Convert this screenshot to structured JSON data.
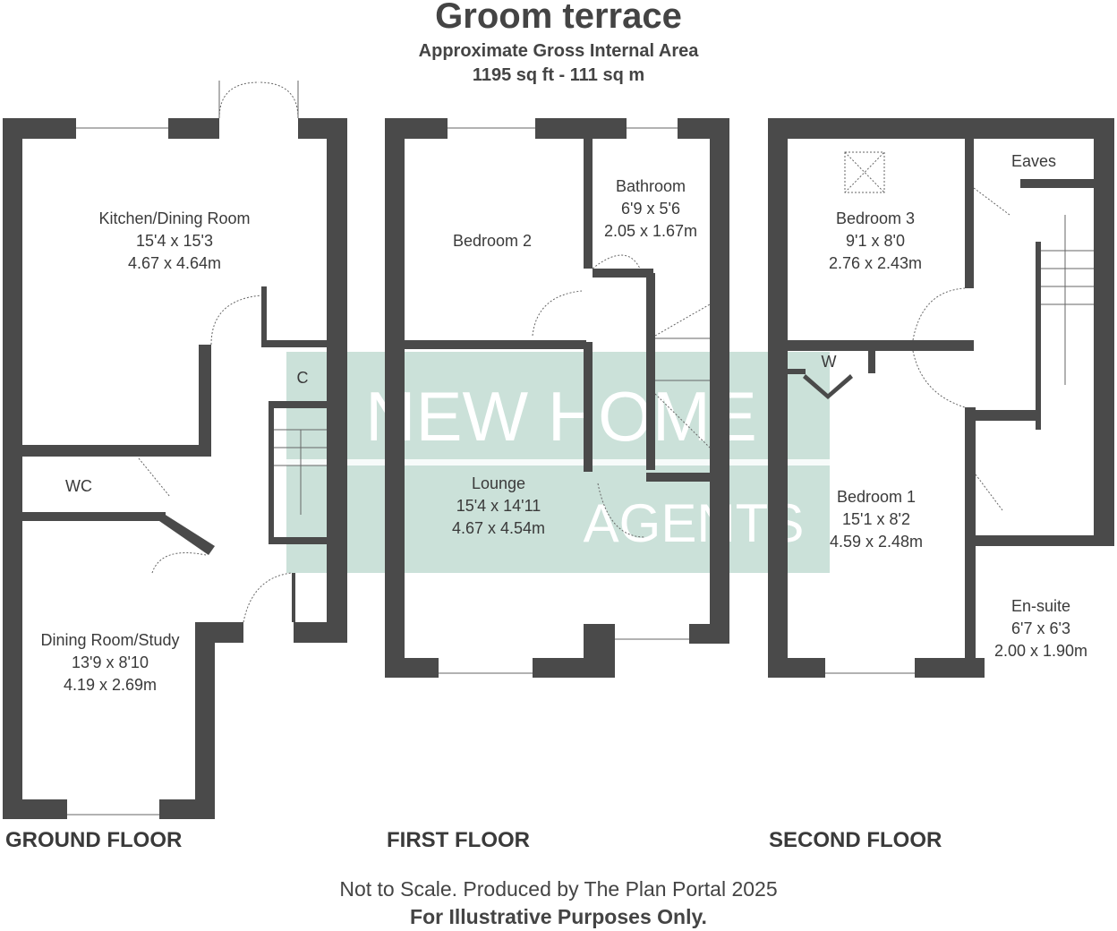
{
  "header": {
    "title": "Groom terrace",
    "subtitle": "Approximate Gross Internal Area",
    "area": "1195 sq ft - 111 sq m"
  },
  "floors": {
    "ground": {
      "label": "GROUND FLOOR",
      "rooms": [
        {
          "name": "Kitchen/Dining Room",
          "imperial": "15'4 x 15'3",
          "metric": "4.67 x 4.64m"
        },
        {
          "name": "WC"
        },
        {
          "name": "C"
        },
        {
          "name": "Dining Room/Study",
          "imperial": "13'9 x 8'10",
          "metric": "4.19 x 2.69m"
        }
      ]
    },
    "first": {
      "label": "FIRST FLOOR",
      "rooms": [
        {
          "name": "Bedroom 2"
        },
        {
          "name": "Bathroom",
          "imperial": "6'9 x 5'6",
          "metric": "2.05 x 1.67m"
        },
        {
          "name": "Lounge",
          "imperial": "15'4 x 14'11",
          "metric": "4.67 x 4.54m"
        }
      ]
    },
    "second": {
      "label": "SECOND FLOOR",
      "rooms": [
        {
          "name": "Eaves"
        },
        {
          "name": "Bedroom 3",
          "imperial": "9'1 x 8'0",
          "metric": "2.76 x 2.43m"
        },
        {
          "name": "W"
        },
        {
          "name": "Bedroom 1",
          "imperial": "15'1 x 8'2",
          "metric": "4.59 x 2.48m"
        },
        {
          "name": "En-suite",
          "imperial": "6'7 x 6'3",
          "metric": "2.00 x 1.90m"
        }
      ]
    }
  },
  "watermark": {
    "line1": "NEW HOME",
    "line2": "AGENTS",
    "color": "#a8cdc0"
  },
  "footer": {
    "credit": "Not to Scale. Produced by The Plan Portal 2025",
    "disclaimer": "For Illustrative Purposes Only."
  }
}
